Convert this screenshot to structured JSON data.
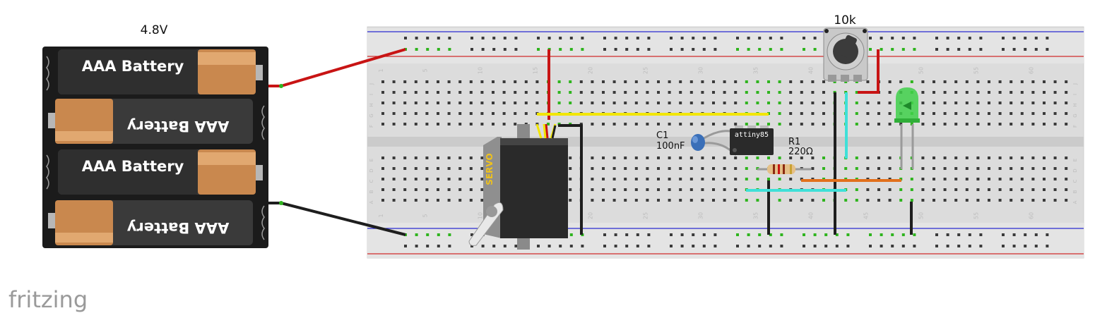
{
  "battery": {
    "voltage_label": "4.8V",
    "cells": [
      "AAA Battery",
      "AAA Battery",
      "AAA Battery",
      "AAA Battery"
    ]
  },
  "potentiometer": {
    "label": "10k"
  },
  "servo": {
    "label": "SERVO"
  },
  "chip": {
    "label": "attiny85"
  },
  "capacitor": {
    "name": "C1",
    "value": "100nF"
  },
  "resistor": {
    "name": "R1",
    "value": "220Ω"
  },
  "breadboard": {
    "row_labels_top": [
      "J",
      "I",
      "H",
      "G",
      "F"
    ],
    "row_labels_bottom": [
      "E",
      "D",
      "C",
      "B",
      "A"
    ],
    "column_numbers": [
      "1",
      "5",
      "10",
      "15",
      "20",
      "25",
      "30",
      "35",
      "40",
      "45",
      "50",
      "55",
      "60"
    ]
  },
  "branding": {
    "logo_text": "fritzing"
  },
  "colors": {
    "wire_red": "#c81414",
    "wire_black": "#1e1e1e",
    "wire_yellow": "#f2e600",
    "wire_cyan": "#3fe0d8",
    "wire_orange": "#e2701c",
    "led_green": "#3fd04a",
    "active_hole": "#2fb41e"
  }
}
